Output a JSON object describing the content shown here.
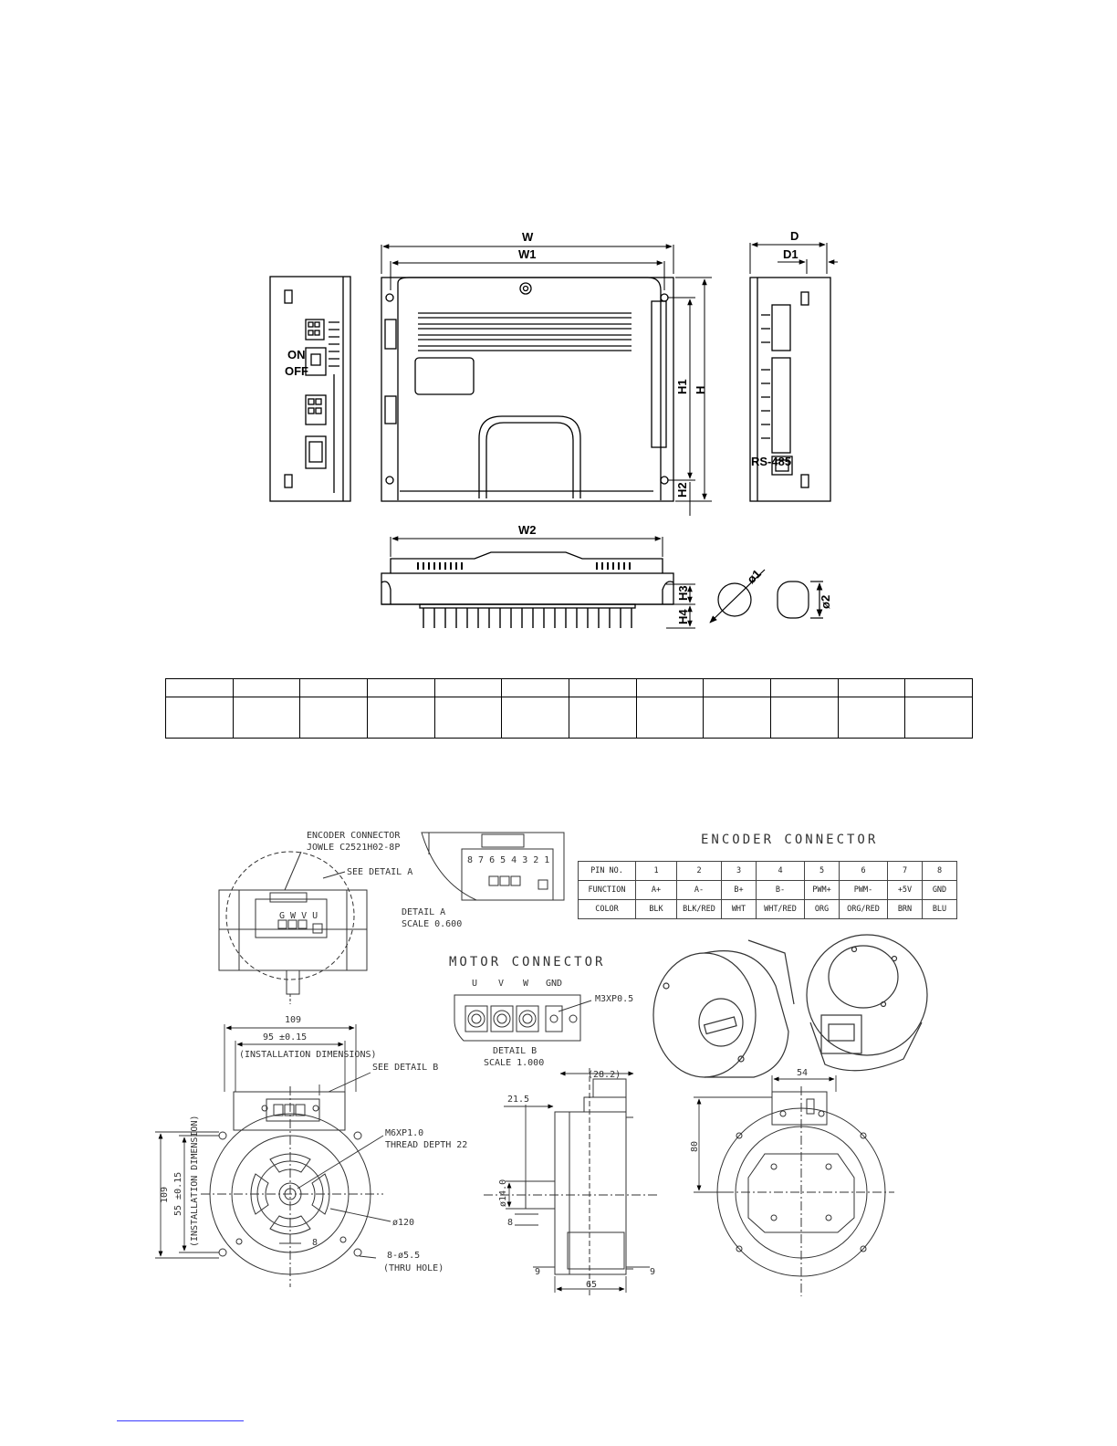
{
  "driver_drawing": {
    "dimension_labels": {
      "W": "W",
      "W1": "W1",
      "W2": "W2",
      "D": "D",
      "D1": "D1",
      "H": "H",
      "H1": "H1",
      "H2": "H2",
      "H3": "H3",
      "H4": "H4",
      "d1": "ø1",
      "d2": "ø2"
    },
    "switch_on": "ON",
    "switch_off": "OFF",
    "port_label": "RS-485"
  },
  "dimension_table": {
    "columns": 12,
    "header": [
      "",
      "",
      "",
      "",
      "",
      "",
      "",
      "",
      "",
      "",
      "",
      ""
    ],
    "values": [
      "",
      "",
      "",
      "",
      "",
      "",
      "",
      "",
      "",
      "",
      "",
      ""
    ]
  },
  "motor_drawing": {
    "encoder_connector_callout": "ENCODER CONNECTOR",
    "encoder_part": "JOWLE C2521H02-8P",
    "see_detail_a": "SEE DETAIL A",
    "see_detail_b": "SEE DETAIL B",
    "detail_a": "DETAIL  A",
    "detail_a_scale": "SCALE  0.600",
    "detail_b": "DETAIL  B",
    "detail_b_scale": "SCALE  1.000",
    "encoder_pin_numbers": "8 7 6 5 4 3 2 1",
    "detail_a_terminals": "G W V U",
    "encoder_connector_title": "ENCODER   CONNECTOR",
    "encoder_table": {
      "rows": [
        [
          "PIN NO.",
          "1",
          "2",
          "3",
          "4",
          "5",
          "6",
          "7",
          "8"
        ],
        [
          "FUNCTION",
          "A+",
          "A-",
          "B+",
          "B-",
          "PWM+",
          "PWM-",
          "+5V",
          "GND"
        ],
        [
          "COLOR",
          "BLK",
          "BLK/RED",
          "WHT",
          "WHT/RED",
          "ORG",
          "ORG/RED",
          "BRN",
          "BLU"
        ]
      ]
    },
    "motor_connector_title": "MOTOR   CONNECTOR",
    "motor_terminals": [
      "U",
      "V",
      "W",
      "GND"
    ],
    "m3_screw": "M3XP0.5",
    "dim_109_top": "109",
    "dim_95": "95 ±0.15",
    "installation_dimensions": "(INSTALLATION DIMENSIONS)",
    "installation_dimension_vertical": "(INSTALLATION DIMENSION)",
    "dim_55": "55 ±0.15",
    "dim_109_side": "109",
    "thread_spec": "M6XP1.0",
    "thread_depth": "THREAD DEPTH 22",
    "dia_120": "ø120",
    "key_8_front": "8",
    "hole_spec": "8-ø5.5",
    "thru_hole": "(THRU HOLE)",
    "dim_28_2": "(28.2)",
    "dim_21_5": "21.5",
    "shaft_dia": "ø14.0",
    "key_8_side": "8",
    "dim_9_left": "9",
    "dim_9_right": "9",
    "dim_65": "65",
    "dim_54": "54",
    "dim_80": "80"
  },
  "colors": {
    "ink": "#000000",
    "cad_line": "#333333",
    "link": "#3a3aff"
  }
}
